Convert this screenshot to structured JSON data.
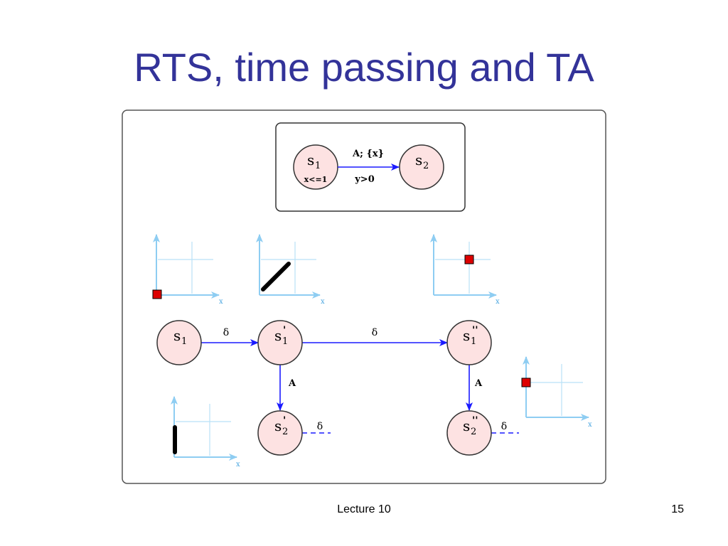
{
  "title": "RTS, time passing and TA",
  "footer": {
    "lecture": "Lecture 10",
    "page": "15"
  },
  "automaton": {
    "from": {
      "name": "s",
      "sub": "1",
      "invariant": "x<=1"
    },
    "to": {
      "name": "s",
      "sub": "2"
    },
    "edge_label": "A; {x}",
    "guard": "y>0"
  },
  "transition_system": {
    "states": [
      {
        "name": "s",
        "sub": "1",
        "prime": ""
      },
      {
        "name": "s",
        "sub": "1",
        "prime": "'"
      },
      {
        "name": "s",
        "sub": "1",
        "prime": "''"
      },
      {
        "name": "s",
        "sub": "2",
        "prime": "'"
      },
      {
        "name": "s",
        "sub": "2",
        "prime": "''"
      }
    ],
    "delay_label": "δ",
    "action_label": "A",
    "axis_label": "x"
  },
  "colors": {
    "title": "#333399",
    "state_fill": "#fde2e2",
    "edge": "#1a1aff",
    "axis": "#8ecdf2",
    "point": "#dd0000"
  }
}
